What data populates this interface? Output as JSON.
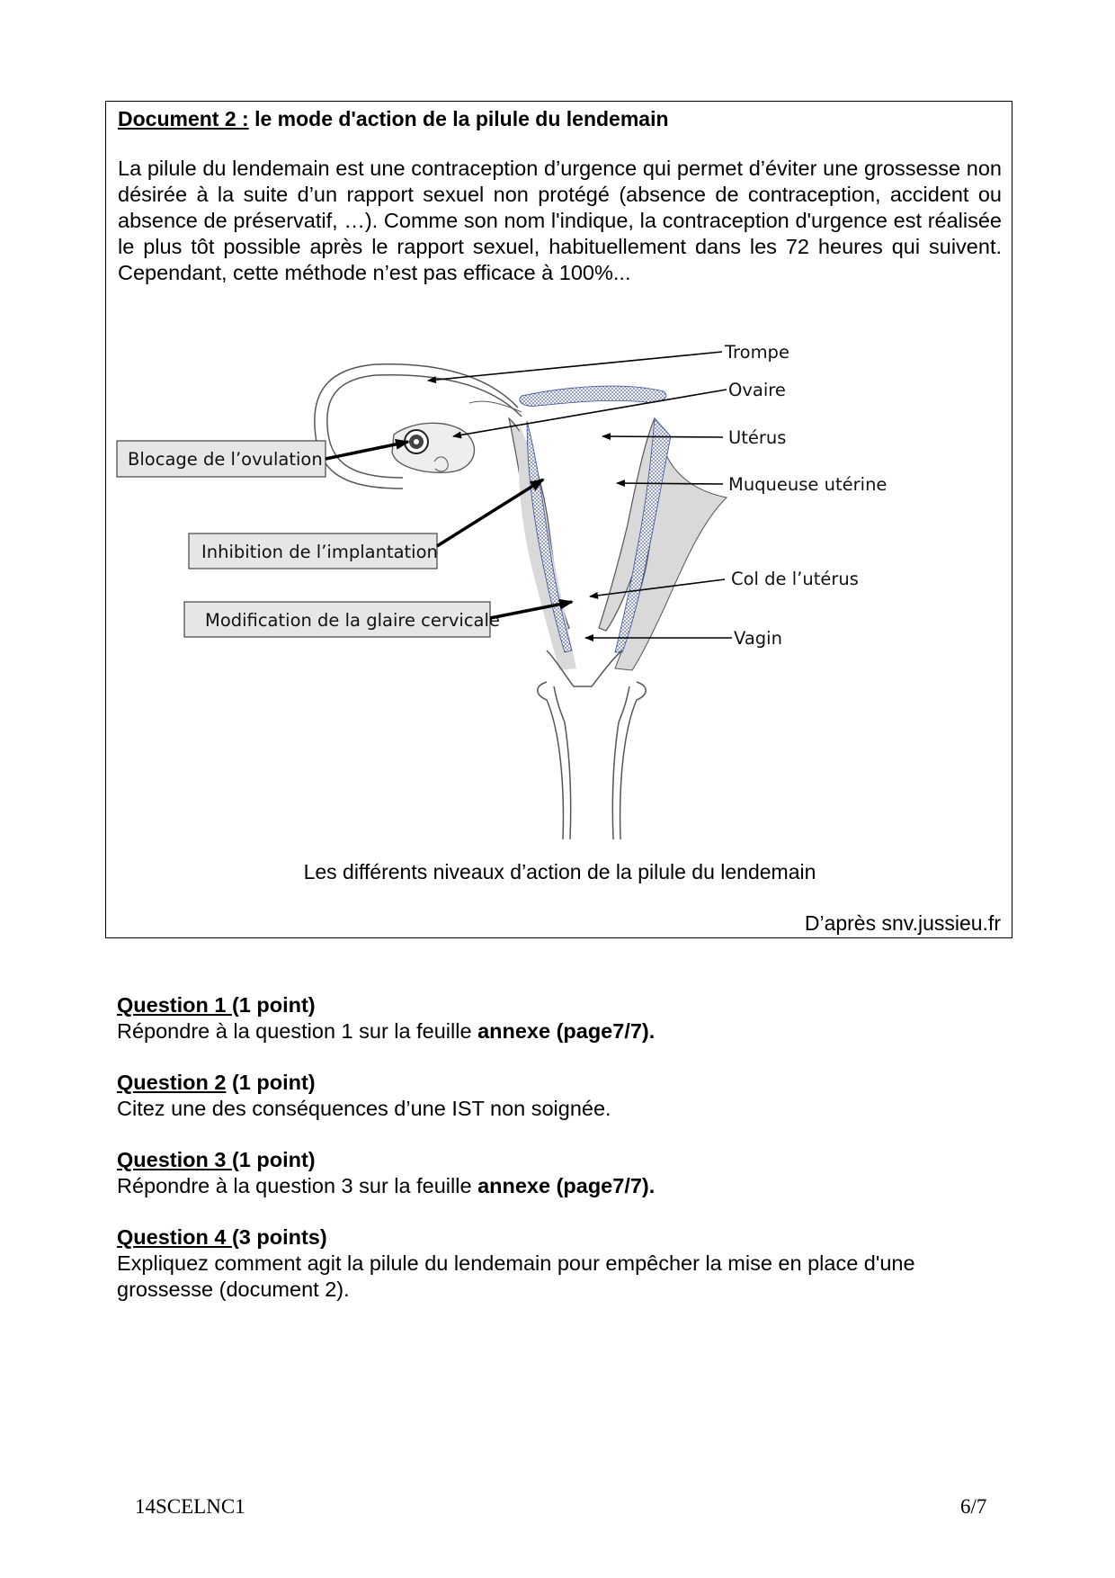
{
  "document": {
    "title_prefix": "Document 2 :",
    "title_rest": " le mode d'action de la pilule du lendemain",
    "intro": "La pilule du lendemain est une contraception d’urgence qui permet d’éviter une grossesse non désirée à la suite d’un rapport sexuel non protégé (absence de contraception, accident ou absence de préservatif, …). Comme son nom l'indique, la contraception d'urgence est réalisée le plus tôt possible après le rapport sexuel, habituellement dans les 72 heures qui suivent. Cependant, cette méthode n’est pas efficace à 100%...",
    "diagram": {
      "labels": {
        "trompe": "Trompe",
        "ovaire": "Ovaire",
        "uterus": "Utérus",
        "muqueuse": "Muqueuse utérine",
        "col": "Col de l’utérus",
        "vagin": "Vagin"
      },
      "boxes": {
        "ovulation": "Blocage de l’ovulation",
        "implantation": "Inhibition de l’implantation",
        "glaire": "Modification de la glaire cervicale"
      }
    },
    "caption": "Les différents niveaux d’action de la pilule du lendemain",
    "source": "D’après snv.jussieu.fr"
  },
  "questions": [
    {
      "label": "Question 1 ",
      "points": "(1 point)",
      "text": "Répondre à la question 1 sur la feuille ",
      "bold_tail": "annexe (page7/7)."
    },
    {
      "label": "Question 2",
      "points": " (1 point)",
      "text": "Citez une des conséquences d’une IST non soignée.",
      "bold_tail": ""
    },
    {
      "label": "Question 3 ",
      "points": " (1 point)",
      "text": "Répondre à la question 3 sur la feuille ",
      "bold_tail": "annexe (page7/7)."
    },
    {
      "label": "Question 4 ",
      "points": " (3 points)",
      "text": "Expliquez comment agit  la pilule du lendemain pour empêcher la mise en place d'une",
      "text2": "grossesse (document 2).",
      "bold_tail": ""
    }
  ],
  "footer": {
    "code": "14SCELNC1",
    "page": "6/7"
  }
}
